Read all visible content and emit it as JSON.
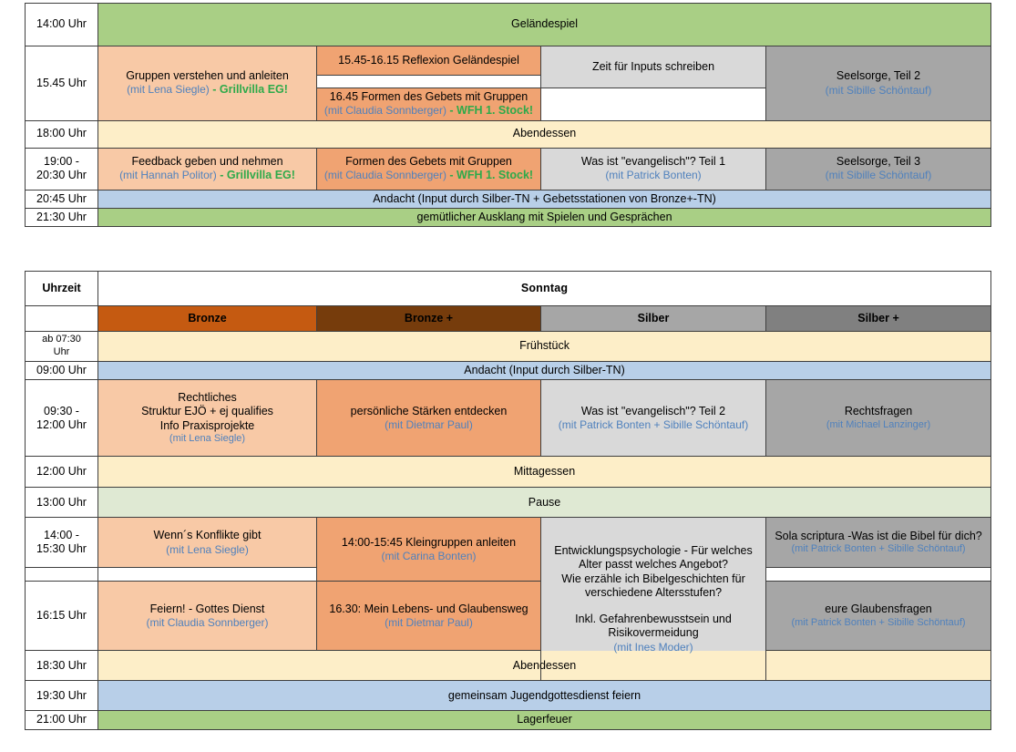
{
  "colors": {
    "accent_place": "#2eaa4a",
    "accent_person": "#4f81bd",
    "bronze": "#c55a11",
    "bronze_plus": "#763c0c",
    "silber": "#a6a6a6",
    "silber_plus": "#808080",
    "meal": "#fdeec8",
    "devotion": "#b8cfe8",
    "evening": "#a9cf85",
    "break": "#dfe9d3",
    "peach": "#f8c9a6",
    "orange": "#f0a372",
    "light_gray": "#d9d9d9"
  },
  "table_saturday": {
    "rows": [
      {
        "time": "14:00 Uhr",
        "full_width": true,
        "cells": [
          {
            "title": "Geländespiel",
            "color": "c-green"
          }
        ]
      },
      {
        "time": "15.45 Uhr",
        "cells": [
          {
            "title": "Gruppen verstehen und anleiten",
            "who": "(mit Lena Siegle)",
            "place": " - Grillvilla EG!",
            "color": "c-peach"
          },
          {
            "stack": [
              {
                "title": "15.45-16.15 Reflexion Geländespiel",
                "color": "c-orange"
              },
              {
                "title": "",
                "color": "c-blank"
              },
              {
                "title": "16.45 Formen des Gebets mit Gruppen",
                "who": "(mit Claudia Sonnberger)",
                "place": " - WFH 1. Stock!",
                "color": "c-orange"
              }
            ]
          },
          {
            "stack": [
              {
                "title": "Zeit für Inputs schreiben",
                "color": "c-lgray"
              },
              {
                "title": "",
                "color": "c-blank"
              }
            ]
          },
          {
            "title": "Seelsorge, Teil 2",
            "who": "(mit Sibille Schöntauf)",
            "color": "c-gray"
          }
        ]
      },
      {
        "time": "18:00 Uhr",
        "full_width": true,
        "cells": [
          {
            "title": "Abendessen",
            "color": "c-cream"
          }
        ]
      },
      {
        "time": "19:00 -\n20:30 Uhr",
        "time_line1": "19:00 -",
        "time_line2": "20:30 Uhr",
        "cells": [
          {
            "title": "Feedback geben und nehmen",
            "who": "(mit Hannah Politor)",
            "place": " - Grillvilla EG!",
            "color": "c-peach"
          },
          {
            "title": "Formen des Gebets mit Gruppen",
            "who": "(mit Claudia Sonnberger)",
            "place": " - WFH 1. Stock!",
            "color": "c-orange"
          },
          {
            "title": "Was ist \"evangelisch\"? Teil 1",
            "who": "(mit Patrick Bonten)",
            "color": "c-lgray"
          },
          {
            "title": "Seelsorge, Teil 3",
            "who": "(mit Sibille Schöntauf)",
            "color": "c-gray"
          }
        ]
      },
      {
        "time": "20:45 Uhr",
        "full_width": true,
        "cells": [
          {
            "title": "Andacht (Input durch Silber-TN + Gebetsstationen von Bronze+-TN)",
            "color": "c-blue"
          }
        ]
      },
      {
        "time": "21:30 Uhr",
        "full_width": true,
        "cells": [
          {
            "title": "gemütlicher Ausklang mit Spielen und Gesprächen",
            "color": "c-green"
          }
        ]
      }
    ]
  },
  "table_sunday": {
    "header": {
      "time_label": "Uhrzeit",
      "day_label": "Sonntag",
      "tracks": [
        {
          "label": "Bronze",
          "color": "c-bronze"
        },
        {
          "label": "Bronze +",
          "color": "c-bronzep"
        },
        {
          "label": "Silber",
          "color": "c-gray"
        },
        {
          "label": "Silber +",
          "color": "c-dgray"
        }
      ]
    },
    "rows": [
      {
        "time_line1": "ab 07:30",
        "time_line2": "Uhr",
        "full_width": true,
        "cells": [
          {
            "title": "Frühstück",
            "color": "c-cream"
          }
        ]
      },
      {
        "time": "09:00 Uhr",
        "full_width": true,
        "cells": [
          {
            "title": "Andacht (Input durch Silber-TN)",
            "color": "c-blue"
          }
        ]
      },
      {
        "time_line1": "09:30 -",
        "time_line2": "12:00 Uhr",
        "cells": [
          {
            "lines": [
              "Rechtliches",
              "Struktur EJÖ + ej qualifies",
              "Info Praxisprojekte"
            ],
            "who": "(mit Lena Siegle)",
            "color": "c-peach",
            "small": true
          },
          {
            "title": "persönliche Stärken entdecken",
            "who": "(mit Dietmar Paul)",
            "color": "c-orange"
          },
          {
            "title": "Was ist \"evangelisch\"? Teil 2",
            "who": "(mit Patrick Bonten + Sibille Schöntauf)",
            "color": "c-lgray"
          },
          {
            "title": "Rechtsfragen",
            "who": "(mit Michael Lanzinger)",
            "color": "c-gray",
            "small": true
          }
        ]
      },
      {
        "time": "12:00 Uhr",
        "full_width": true,
        "cells": [
          {
            "title": "Mittagessen",
            "color": "c-cream"
          }
        ]
      },
      {
        "time": "13:00 Uhr",
        "full_width": true,
        "cells": [
          {
            "title": "Pause",
            "color": "c-lgreen"
          }
        ]
      },
      {
        "time_line1": "14:00 -",
        "time_line2": "15:30 Uhr",
        "cells": [
          {
            "title": "Wenn´s Konflikte gibt",
            "who": "(mit Lena Siegle)",
            "color": "c-peach"
          },
          {
            "title": "14:00-15:45 Kleingruppen anleiten",
            "who": "(mit Carina Bonten)",
            "color": "c-orange"
          },
          {
            "lines": [
              "Entwicklungspsychologie - Für welches",
              "Alter passt welches Angebot?",
              "Wie erzähle ich Bibelgeschichten für",
              "verschiedene Altersstufen?"
            ],
            "color": "c-lgray"
          },
          {
            "title": "Sola scriptura -Was ist die Bibel für dich?",
            "who": "(mit Patrick Bonten + Sibille Schöntauf)",
            "color": "c-gray",
            "small": true
          }
        ]
      },
      {
        "time": "16:15 Uhr",
        "cells": [
          {
            "title": "Feiern! - Gottes Dienst",
            "who": "(mit Claudia Sonnberger)",
            "color": "c-peach"
          },
          {
            "title": "16.30: Mein Lebens- und Glaubensweg",
            "who": "(mit Dietmar Paul)",
            "color": "c-orange"
          },
          {
            "lines": [
              "Inkl. Gefahrenbewusstsein und",
              "Risikovermeidung"
            ],
            "who": "(mit Ines Moder)",
            "color": "c-lgray"
          },
          {
            "title": "eure Glaubensfragen",
            "who": "(mit Patrick Bonten + Sibille Schöntauf)",
            "color": "c-gray",
            "small": true
          }
        ]
      },
      {
        "time": "18:30 Uhr",
        "full_width": true,
        "cells": [
          {
            "title": "Abendessen",
            "color": "c-cream"
          }
        ]
      },
      {
        "time": "19:30 Uhr",
        "full_width": true,
        "cells": [
          {
            "title": "gemeinsam Jugendgottesdienst feiern",
            "color": "c-blue"
          }
        ]
      },
      {
        "time": "21:00 Uhr",
        "full_width": true,
        "cells": [
          {
            "title": "Lagerfeuer",
            "color": "c-green"
          }
        ]
      }
    ]
  }
}
